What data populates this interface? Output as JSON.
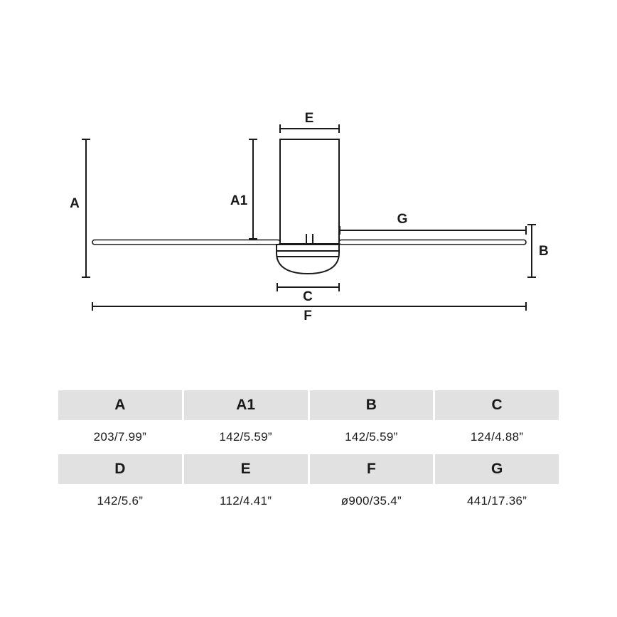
{
  "diagram": {
    "labels": {
      "A": "A",
      "A1": "A1",
      "B": "B",
      "C": "C",
      "E": "E",
      "F": "F",
      "G": "G"
    },
    "line_color": "#1a1a1a"
  },
  "table": {
    "rows": [
      {
        "headers": [
          "A",
          "A1",
          "B",
          "C"
        ],
        "values": [
          "203/7.99”",
          "142/5.59”",
          "142/5.59”",
          "124/4.88”"
        ]
      },
      {
        "headers": [
          "D",
          "E",
          "F",
          "G"
        ],
        "values": [
          "142/5.6”",
          "112/4.41”",
          "ø900/35.4”",
          "441/17.36”"
        ]
      }
    ]
  }
}
